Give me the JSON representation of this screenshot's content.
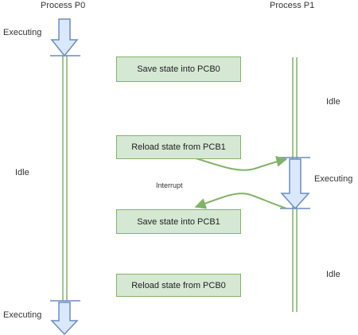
{
  "processes": {
    "p0": "Process P0",
    "p1": "Process P1"
  },
  "states": {
    "p0_top": "Executing",
    "p0_middle": "Idle",
    "p0_bottom": "Executing",
    "p1_top": "Idle",
    "p1_middle": "Executing",
    "p1_bottom": "Idle"
  },
  "steps": [
    "Save state into PCB0",
    "Reload state from PCB1",
    "Save state into PCB1",
    "Reload state from PCB0"
  ],
  "interrupt_label": "Interrupt",
  "colors": {
    "line": "#82b366",
    "box_fill": "#d5e8d4",
    "box_border": "#82b366",
    "arrow_fill": "#dae8fc",
    "arrow_stroke": "#6c8ebf"
  }
}
